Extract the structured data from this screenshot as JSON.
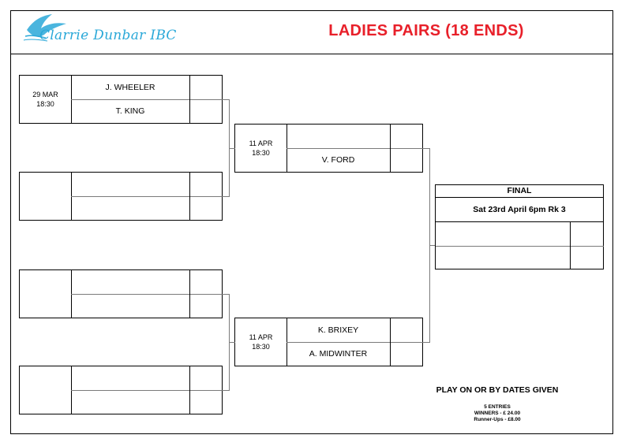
{
  "header": {
    "logo_text": "Clarrie Dunbar IBC",
    "title": "LADIES PAIRS (18 ENDS)"
  },
  "round1": [
    {
      "date": "29 MAR",
      "time": "18:30",
      "player_a": "J. WHEELER",
      "player_b": "T. KING"
    },
    {
      "date": "",
      "time": "",
      "player_a": "",
      "player_b": ""
    },
    {
      "date": "",
      "time": "",
      "player_a": "",
      "player_b": ""
    },
    {
      "date": "",
      "time": "",
      "player_a": "",
      "player_b": ""
    }
  ],
  "round2": [
    {
      "date": "11 APR",
      "time": "18:30",
      "player_a": "",
      "player_b": "V. FORD"
    },
    {
      "date": "11 APR",
      "time": "18:30",
      "player_a": "K. BRIXEY",
      "player_b": "A. MIDWINTER"
    }
  ],
  "final": {
    "title": "FINAL",
    "date": "Sat 23rd April 6pm Rk 3",
    "player_a": "",
    "player_b": ""
  },
  "footer": {
    "play_note": "PLAY ON OR BY DATES GIVEN",
    "entries": "5 ENTRIES",
    "winners": "WINNERS - £ 24.00",
    "runner_up": "Runner-Ups - £8.00"
  },
  "colors": {
    "title_red": "#e8202a",
    "logo_blue": "#2aa8d8"
  }
}
